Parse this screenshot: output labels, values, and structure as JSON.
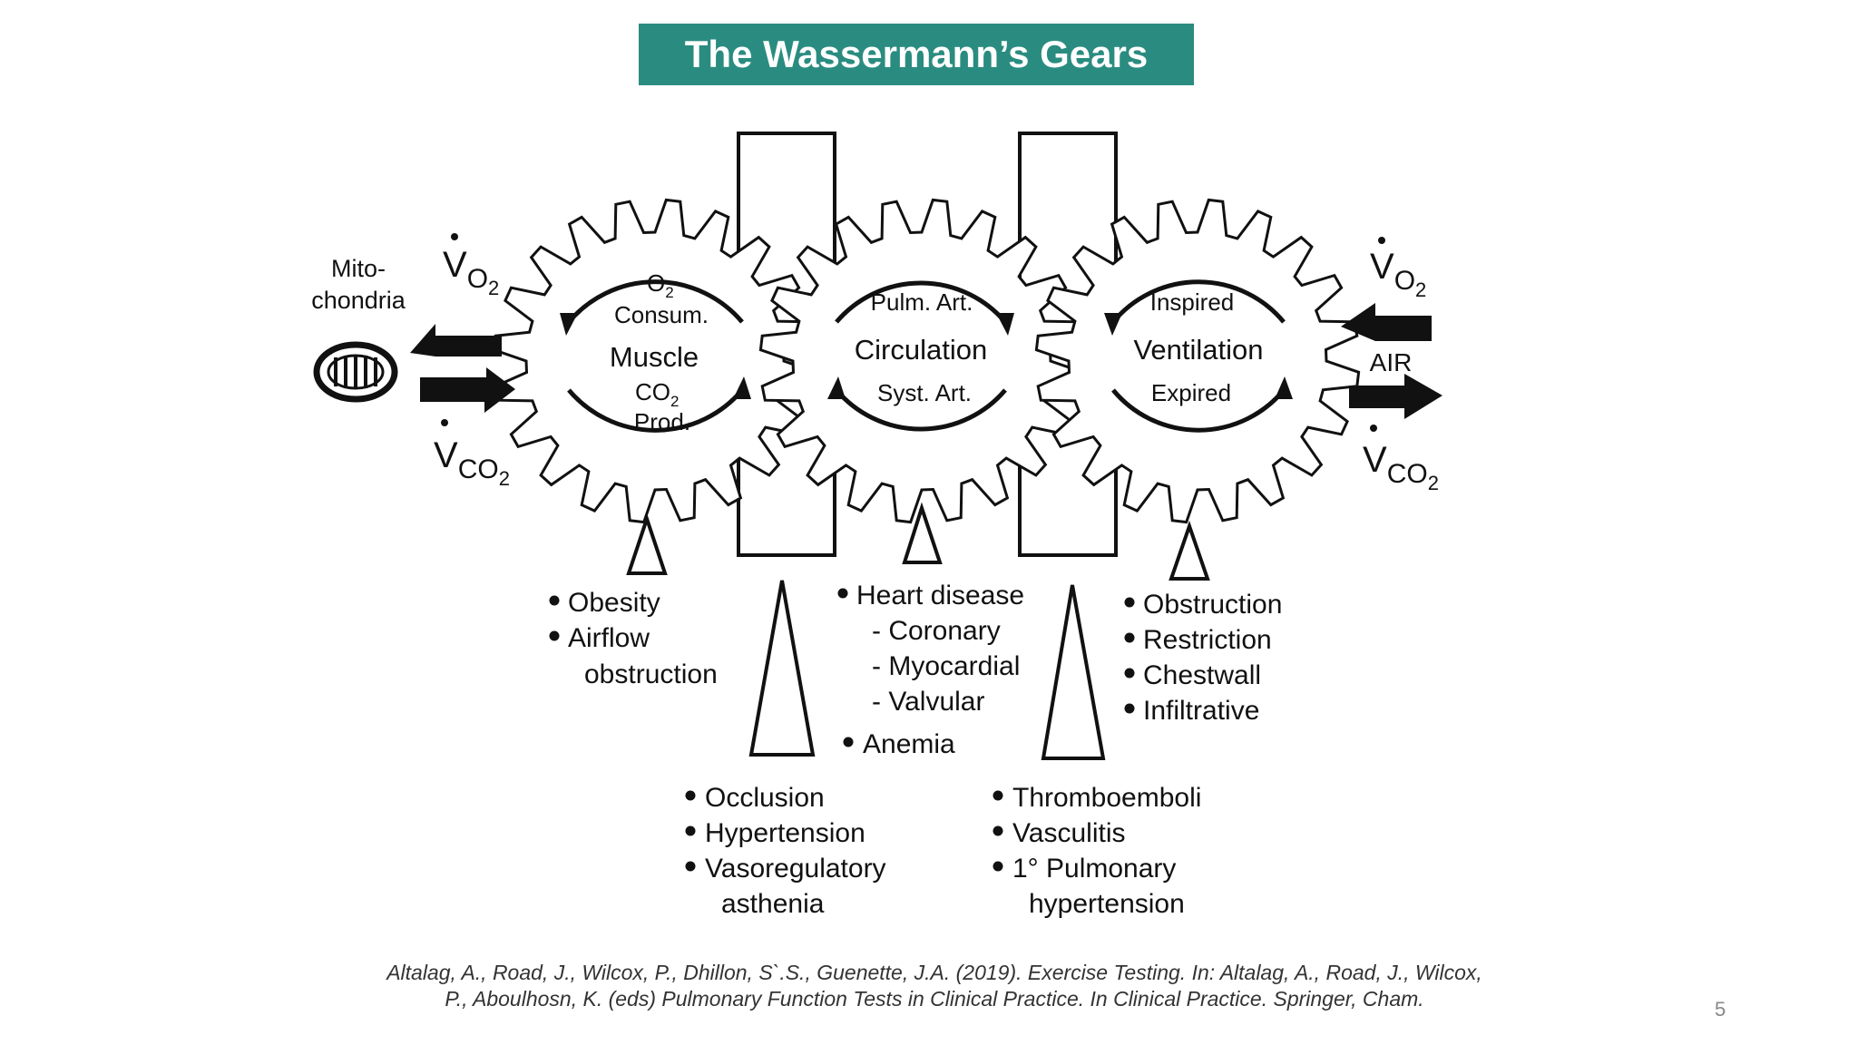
{
  "title": "The Wassermann’s Gears",
  "left_side": {
    "mito_line1": "Mito-",
    "mito_line2": "chondria",
    "vo2_v": "V",
    "vo2_sub": "O",
    "vo2_sub2": "2",
    "vco2_v": "V",
    "vco2_sub": "CO",
    "vco2_sub2": "2"
  },
  "right_side": {
    "vo2_v": "V",
    "vo2_sub": "O",
    "vo2_sub2": "2",
    "air_label": "AIR",
    "vco2_v": "V",
    "vco2_sub": "CO",
    "vco2_sub2": "2"
  },
  "gears": {
    "muscle": {
      "o2": "O",
      "o2_sub": "2",
      "consum": "Consum.",
      "name": "Muscle",
      "co2": "CO",
      "co2_sub": "2",
      "prod": "Prod."
    },
    "circulation": {
      "pulm": "Pulm. Art.",
      "name": "Circulation",
      "syst": "Syst. Art."
    },
    "ventilation": {
      "inspired": "Inspired",
      "name": "Ventilation",
      "expired": "Expired"
    }
  },
  "lists": {
    "muscle": [
      "Obesity",
      "Airflow",
      "obstruction"
    ],
    "heart": [
      "Heart disease",
      "- Coronary",
      "- Myocardial",
      "- Valvular",
      "Anemia"
    ],
    "lung": [
      "Obstruction",
      "Restriction",
      "Chestwall",
      "Infiltrative"
    ],
    "systemic": [
      "Occlusion",
      "Hypertension",
      "Vasoregulatory",
      "asthenia"
    ],
    "pulmonary": [
      "Thromboemboli",
      "Vasculitis",
      "1° Pulmonary",
      "hypertension"
    ]
  },
  "citation": {
    "line1": "Altalag, A., Road, J., Wilcox, P., Dhillon, S`.S., Guenette, J.A. (2019). Exercise Testing. In: Altalag, A., Road, J., Wilcox,",
    "line2": "P., Aboulhosn, K. (eds) Pulmonary Function Tests in Clinical Practice. In Clinical Practice. Springer, Cham."
  },
  "page_number": "5",
  "colors": {
    "title_bg": "#2a8c80",
    "title_text": "#ffffff",
    "ink": "#111111"
  }
}
